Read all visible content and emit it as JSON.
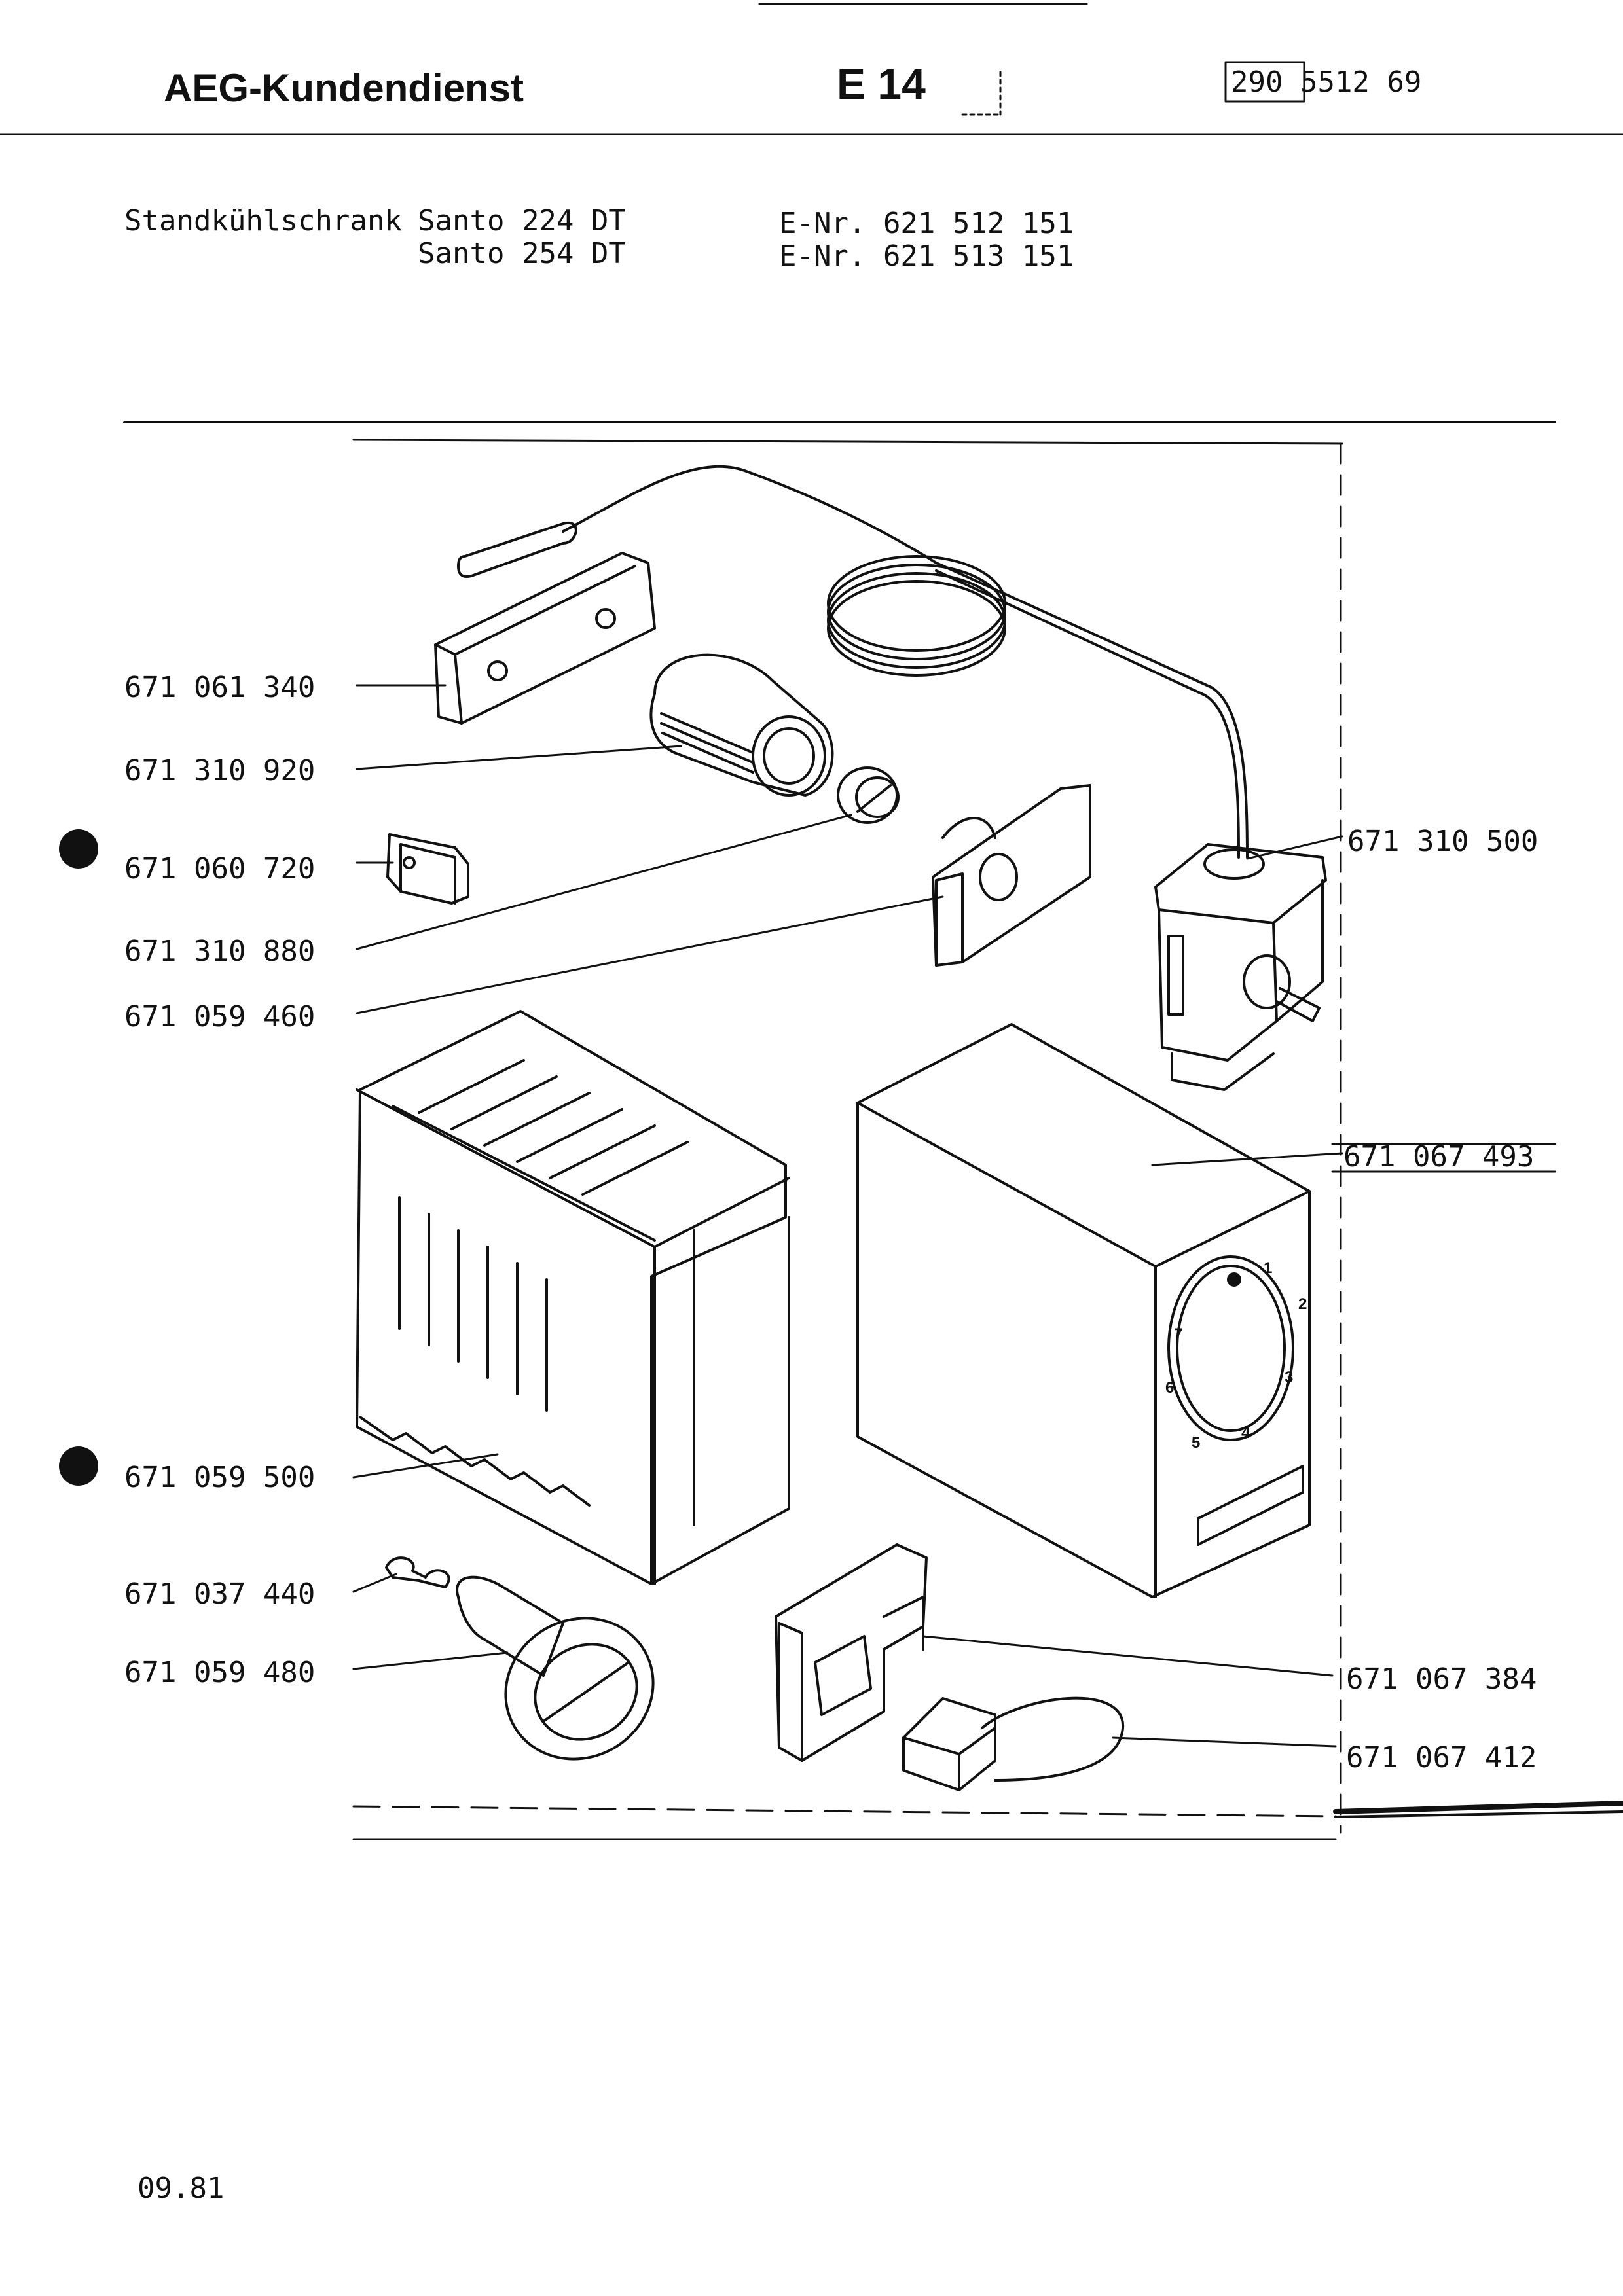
{
  "header": {
    "brand": "AEG-Kundendienst",
    "sheet": "E 14",
    "doc_number": "290 5512 69"
  },
  "product": {
    "type": "Standkühlschrank",
    "models": [
      {
        "name": "Santo 224 DT",
        "e_nr": "E-Nr. 621 512 151"
      },
      {
        "name": "Santo 254 DT",
        "e_nr": "E-Nr. 621 513 151"
      }
    ]
  },
  "parts_left": [
    {
      "number": "671 061 340",
      "marked": false
    },
    {
      "number": "671 310 920",
      "marked": false
    },
    {
      "number": "671 060 720",
      "marked": true
    },
    {
      "number": "671 310 880",
      "marked": false
    },
    {
      "number": "671 059 460",
      "marked": false
    },
    {
      "number": "671 059 500",
      "marked": true
    },
    {
      "number": "671 037 440",
      "marked": false
    },
    {
      "number": "671 059 480",
      "marked": false
    }
  ],
  "parts_right": [
    {
      "number": "671 310 500"
    },
    {
      "number": "671 067 493"
    },
    {
      "number": "671 067 384"
    },
    {
      "number": "671 067 412"
    }
  ],
  "dial_numbers": [
    "1",
    "2",
    "3",
    "4",
    "5",
    "6",
    "7"
  ],
  "footer": {
    "date": "09.81"
  }
}
